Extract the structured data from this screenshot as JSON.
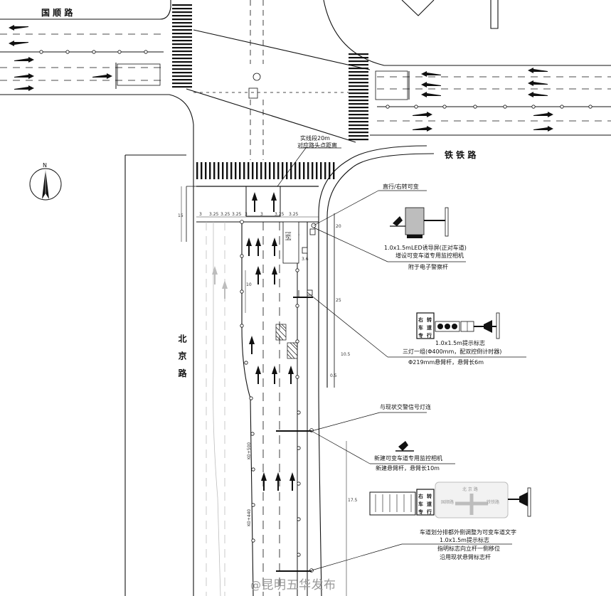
{
  "roads": {
    "west_road": "国 顺 路",
    "east_road": "铁 铁 路",
    "north_road": "北 京 路"
  },
  "lane_sign_text": "可 变 车 道",
  "compass": {
    "north_label": "N"
  },
  "callouts": {
    "stop_line_note_1": "实线段20m",
    "stop_line_note_2": "对应路头点距离",
    "straight_right": "直行/右转可变",
    "led_sign_1": "1.0x1.5mLED诱导屏(正对车道)",
    "led_sign_2": "增设可变车道专用监控相机",
    "led_sign_3": "附于电子警察杆",
    "sign_1": "1.0x1.5m提示标志",
    "sign_2": "三灯一组(Φ400mm，配双控倒计时器)",
    "sign_3": "Φ219mm悬臂杆，悬臂长6m",
    "link_traffic_signal": "与现状交警信号灯连",
    "camera_1": "新建可变车道专用监控相机",
    "camera_2": "新建悬臂杆，悬臂长10m",
    "bottom_1": "车道划分排都外侧调整为可变车道文字",
    "bottom_2": "1.0x1.5m提示标志",
    "bottom_3": "指明标志向立杆一侧移位",
    "bottom_4": "沿用现状悬臂标志杆"
  },
  "sign_panels": {
    "vertical_sign_chars": [
      "右",
      "转",
      "车",
      "道",
      "专",
      "行"
    ],
    "guide_sign": {
      "center": "北 京 路",
      "left": "国顺路",
      "right": "铁铁路"
    }
  },
  "dimensions": {
    "lane_widths": [
      "3",
      "3.25",
      "3.25",
      "3.25",
      "3",
      "3",
      "3.25",
      "3.25"
    ],
    "right_lane": "3.6",
    "vertical": [
      "15",
      "10",
      "20",
      "25",
      "17.5",
      "10.5",
      "0.5"
    ],
    "stations": [
      "K0+500",
      "K0+440"
    ]
  },
  "watermark": {
    "at": "@",
    "text": "昆明五华发布"
  },
  "colors": {
    "line": "#111111",
    "guide_sign_bg": "#f2f2f2",
    "faded": "#bdbdbd"
  }
}
